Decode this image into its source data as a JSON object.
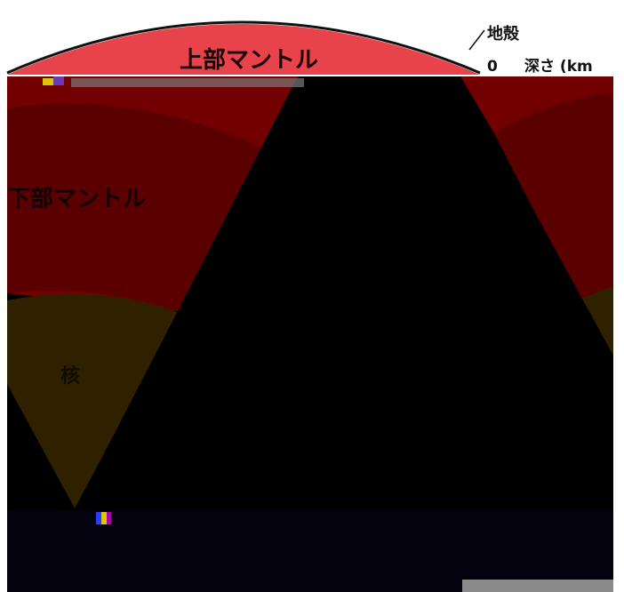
{
  "diagram": {
    "layers": {
      "crust": "地殻",
      "upper_mantle": "上部マントル",
      "lower_mantle": "下部マントル",
      "core": "核"
    },
    "depth_label": "0",
    "depth_axis": "深さ (km",
    "colors": {
      "upper_mantle": "#e8434b",
      "mantle_dark": "#730000",
      "mantle_darker": "#5b0000",
      "core": "#2f2000",
      "background_dark": "#000000",
      "bottom_navy": "#05020f",
      "crust_line": "#111111",
      "gray_bar": "#8a8a8a"
    }
  }
}
